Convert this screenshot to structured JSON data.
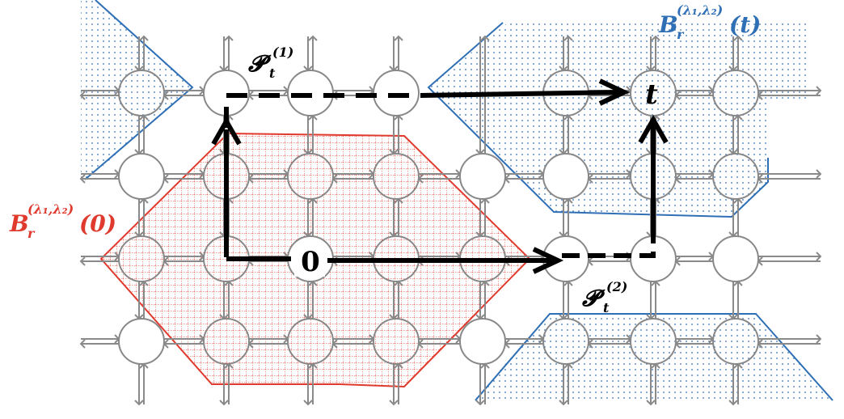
{
  "diagram": {
    "origin_label": "0",
    "target_label": "t",
    "ball_origin": {
      "main": "B",
      "sub": "r",
      "sup": "(λ₁,λ₂)",
      "arg": "(0)"
    },
    "ball_target": {
      "main": "B",
      "sub": "r",
      "sup": "(λ₁,λ₂)",
      "arg": "(t)"
    },
    "path_1": {
      "main": "𝓟",
      "sub": "t",
      "sup": "(1)"
    },
    "path_2": {
      "main": "𝓟",
      "sub": "t",
      "sup": "(2)"
    }
  },
  "colors": {
    "red_region": "#e03a2e",
    "blue_region": "#2f6fb5",
    "node_stroke": "#888888",
    "edge": "#8a8a8a",
    "path": "#000000"
  }
}
